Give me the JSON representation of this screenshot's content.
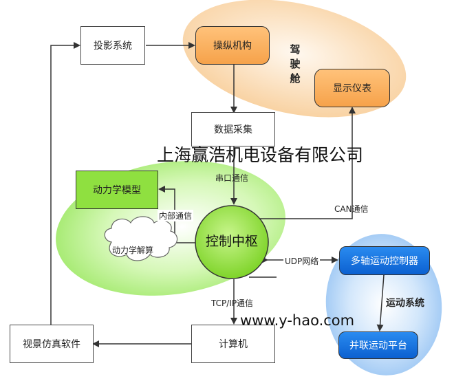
{
  "nodes": {
    "projection": "投影系统",
    "controls": "操纵机构",
    "display": "显示仪表",
    "data_acq": "数据采集",
    "dynamics_model": "动力学模型",
    "dynamics_solve": "动力学解算",
    "control_center": "控制中枢",
    "multi_axis": "多轴运动控制器",
    "parallel_platform": "并联运动平台",
    "visual_software": "视景仿真软件",
    "computer": "计算机"
  },
  "groups": {
    "cockpit": "驾驶舱",
    "motion_system": "运动系统"
  },
  "edges": {
    "serial": "串口通信",
    "can": "CAN通信",
    "internal": "内部通信",
    "udp": "UDP网络",
    "tcpip": "TCP/IP通信"
  },
  "watermarks": {
    "company": "上海赢浩机电设备有限公司",
    "website": "www.y-hao.com"
  },
  "colors": {
    "cockpit_ellipse": "#fbe0c4",
    "dynamics_ellipse": "#b6f08a",
    "motion_ellipse": "#a7ccf5",
    "orange_node": "#f6a24a",
    "green_node": "#8fe040",
    "blue_node": "#0b60d0"
  }
}
